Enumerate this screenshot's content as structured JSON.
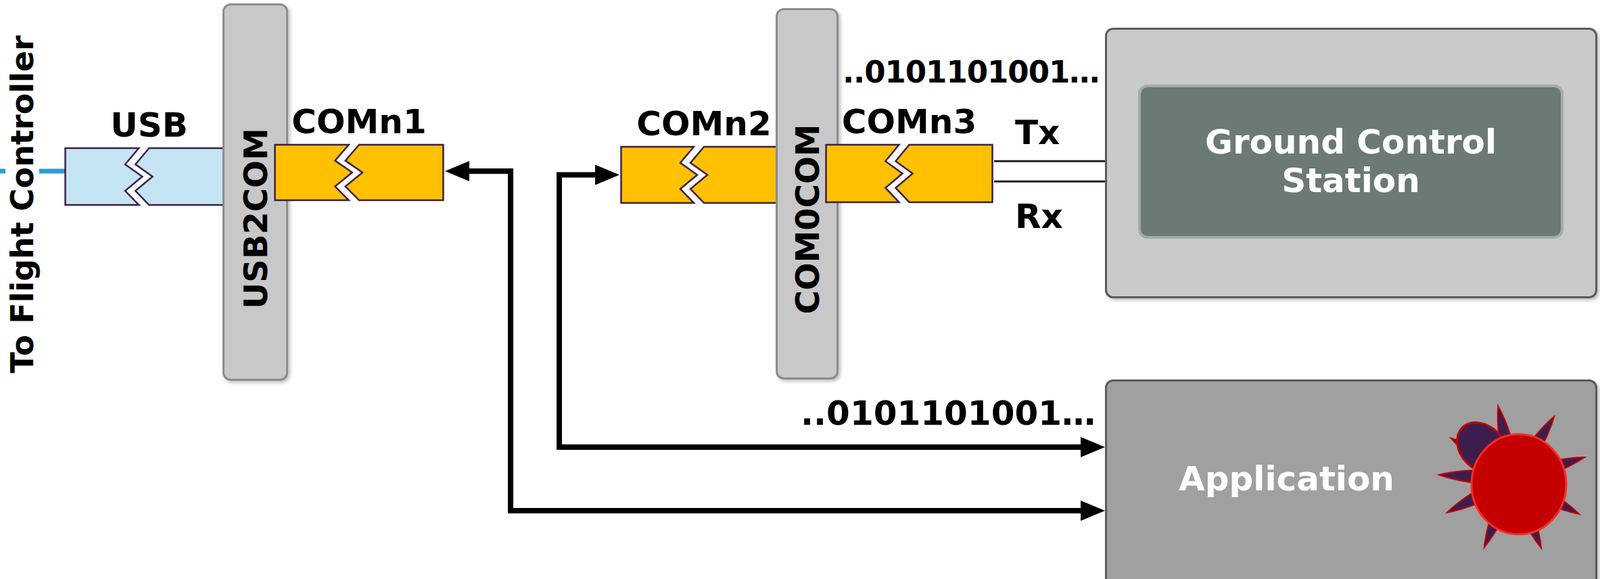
{
  "diagram": {
    "nodes": [
      {
        "text": [
          "USB"
        ]
      },
      {
        "text": [
          "USB2COM"
        ]
      },
      {
        "text": [
          "COMn1"
        ]
      },
      {
        "text": [
          "COMn2"
        ]
      },
      {
        "text": [
          "COM0COM"
        ]
      },
      {
        "text": [
          "COMn3"
        ]
      },
      {
        "text": [
          "Ground Control Station"
        ]
      },
      {
        "text": [
          "Application"
        ]
      }
    ],
    "edges": [
      {
        "from": 5,
        "to": 6,
        "arrow": "none",
        "label": "Tx"
      },
      {
        "from": 5,
        "to": 6,
        "arrow": "none",
        "label": "Rx"
      },
      {
        "from": 3,
        "to": 7,
        "arrow": "both"
      },
      {
        "from": 2,
        "to": 7,
        "arrow": "both"
      }
    ],
    "labels": [
      "To Flight Controller",
      "..0101101001…",
      "..0101101001…"
    ]
  }
}
